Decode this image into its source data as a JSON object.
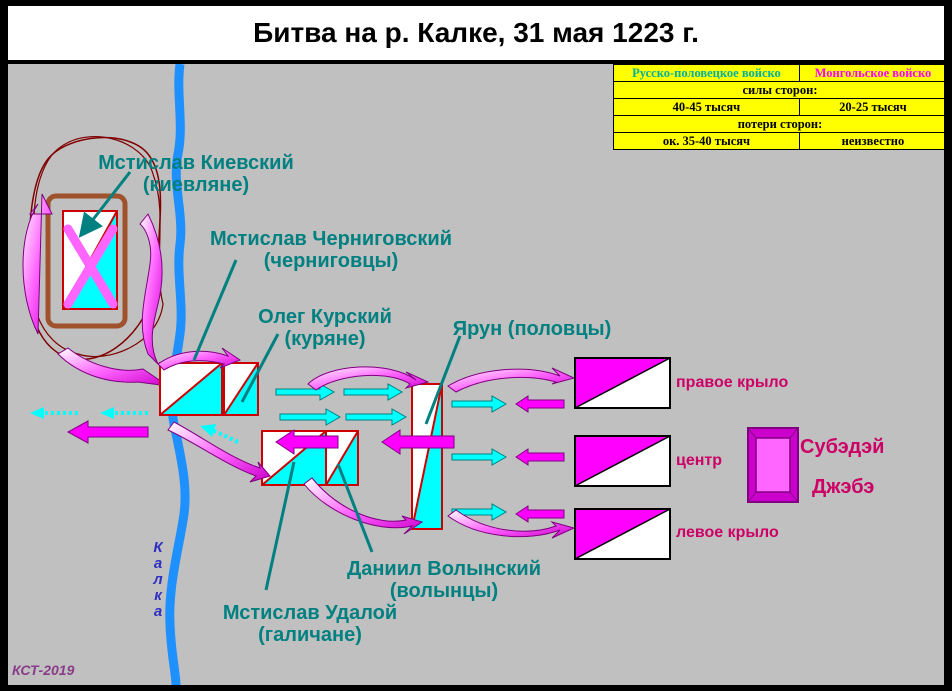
{
  "title": "Битва на р. Калке, 31 мая 1223 г.",
  "stats": {
    "side_rus": "Русско-половецкое войско",
    "side_mon": "Монгольское войско",
    "forces_header": "силы сторон:",
    "forces_rus": "40-45 тысяч",
    "forces_mon": "20-25 тысяч",
    "losses_header": "потери сторон:",
    "losses_rus": "ок. 35-40 тысяч",
    "losses_mon": "неизвестно"
  },
  "units": {
    "kiev": {
      "name": "Мстислав Киевский",
      "sub": "(киевляне)"
    },
    "chernigov": {
      "name": "Мстислав Черниговский",
      "sub": "(черниговцы)"
    },
    "kursk": {
      "name": "Олег Курский",
      "sub": "(куряне)"
    },
    "yarun": {
      "name": "Ярун (половцы)"
    },
    "volyn": {
      "name": "Даниил Волынский",
      "sub": "(волынцы)"
    },
    "galich": {
      "name": "Мстислав Удалой",
      "sub": "(галичане)"
    }
  },
  "mongols": {
    "right": "правое крыло",
    "center": "центр",
    "left": "левое крыло",
    "cmd1": "Субэдэй",
    "cmd2": "Джэбэ"
  },
  "river": "Калка",
  "credit": "КСТ-2019",
  "colors": {
    "map": "#c0c0c0",
    "rus_unit": "#00ffff",
    "mongol_unit": "#ff00ff",
    "frame_line": "#cc0000",
    "label_rus": "#008080",
    "label_mon": "#cc0066",
    "table_bg": "#ffff00",
    "river": "#1e90ff"
  }
}
